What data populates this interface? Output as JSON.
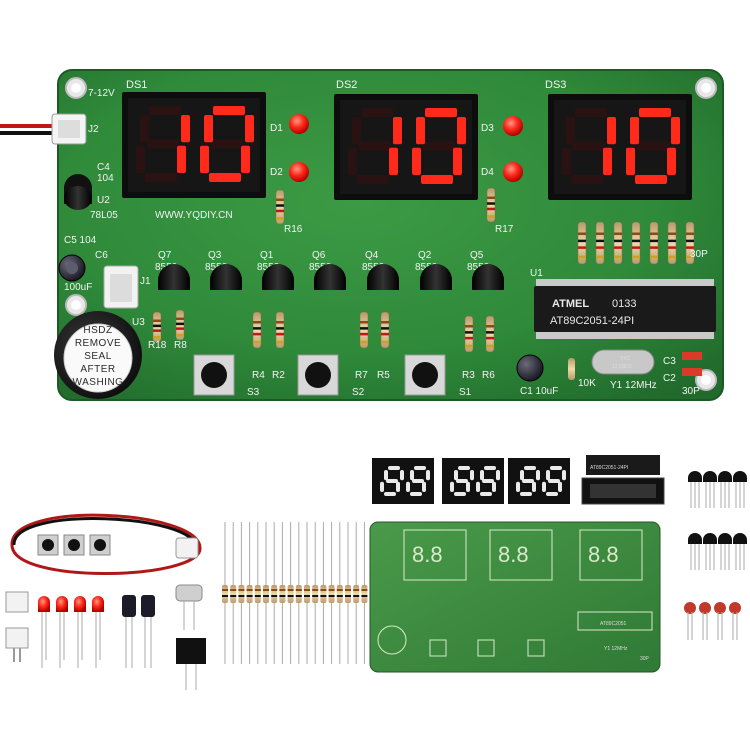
{
  "board": {
    "power_label": "7-12V",
    "connector_j2": "J2",
    "connector_j1": "J1",
    "c4": "C4",
    "c4_val": "104",
    "u2": "U2",
    "u2_val": "78L05",
    "c5": "C5 104",
    "c6": "C6",
    "c6_val": "100uF",
    "u3": "U3",
    "website": "WWW.YQDIY.CN",
    "displays": [
      {
        "ref": "DS1",
        "digits": "10"
      },
      {
        "ref": "DS2",
        "digits": "10"
      },
      {
        "ref": "DS3",
        "digits": "10"
      }
    ],
    "leds": [
      "D1",
      "D2",
      "D3",
      "D4"
    ],
    "resistor_labels": [
      "R16",
      "R17",
      "R18",
      "R8",
      "R4",
      "R2",
      "R7",
      "R5",
      "R3",
      "R6"
    ],
    "transistors": [
      {
        "ref": "Q7",
        "val": "8550"
      },
      {
        "ref": "Q3",
        "val": "8550"
      },
      {
        "ref": "Q1",
        "val": "8550"
      },
      {
        "ref": "Q6",
        "val": "8550"
      },
      {
        "ref": "Q4",
        "val": "8550"
      },
      {
        "ref": "Q2",
        "val": "8550"
      },
      {
        "ref": "Q5",
        "val": "8550"
      }
    ],
    "buttons": [
      "S3",
      "S2",
      "S1"
    ],
    "mcu": {
      "ref": "U1",
      "brand": "ATMEL",
      "code": "0133",
      "part": "AT89C2051-24PI"
    },
    "crystal": {
      "marking_top": "YXC",
      "marking_bot": "12.0SDX",
      "label": "Y1 12MHz"
    },
    "c1": "C1 10uF",
    "r_10k": "10K",
    "c3": "C3",
    "c2": "C2",
    "c30p": "30P",
    "c30p_top": "30P",
    "buzzer_sticker": [
      "HSDZ",
      "REMOVE",
      "SEAL",
      "AFTER",
      "WASHING"
    ]
  },
  "kit": {
    "mcu_part": "AT89C2051-24PI",
    "mini_board_mcu": "AT89C2051",
    "mini_board_crystal": "Y1 12MHz",
    "mini_board_30p": "30P"
  },
  "colors": {
    "pcb": "#2f8a3a",
    "led_red": "#ff2a1a",
    "display_body": "#0d0d0d",
    "ic_body": "#1a1a1a"
  }
}
